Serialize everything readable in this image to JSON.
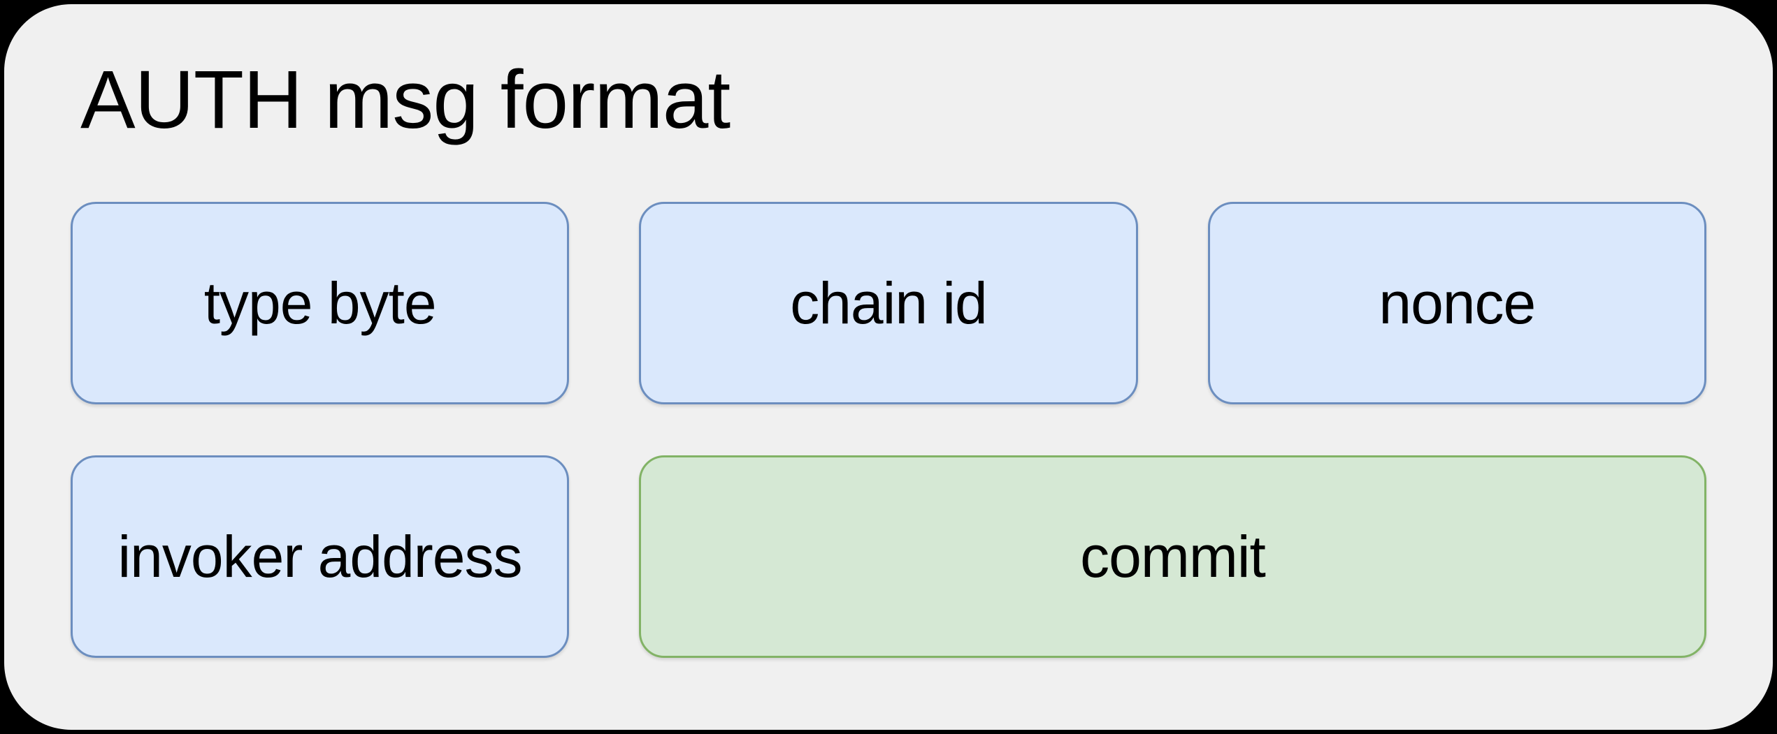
{
  "diagram": {
    "title": "AUTH msg format",
    "fields": [
      {
        "label": "type byte",
        "variant": "blue",
        "row": 1
      },
      {
        "label": "chain id",
        "variant": "blue",
        "row": 1
      },
      {
        "label": "nonce",
        "variant": "blue",
        "row": 1
      },
      {
        "label": "invoker address",
        "variant": "blue",
        "row": 2
      },
      {
        "label": "commit",
        "variant": "green",
        "row": 2
      }
    ],
    "colors": {
      "canvas_bg": "#000000",
      "panel_bg": "#f0f0f0",
      "text": "#000000",
      "blue_fill": "#dae8fc",
      "blue_border": "#6c8ebf",
      "green_fill": "#d5e8d4",
      "green_border": "#82b366"
    }
  }
}
